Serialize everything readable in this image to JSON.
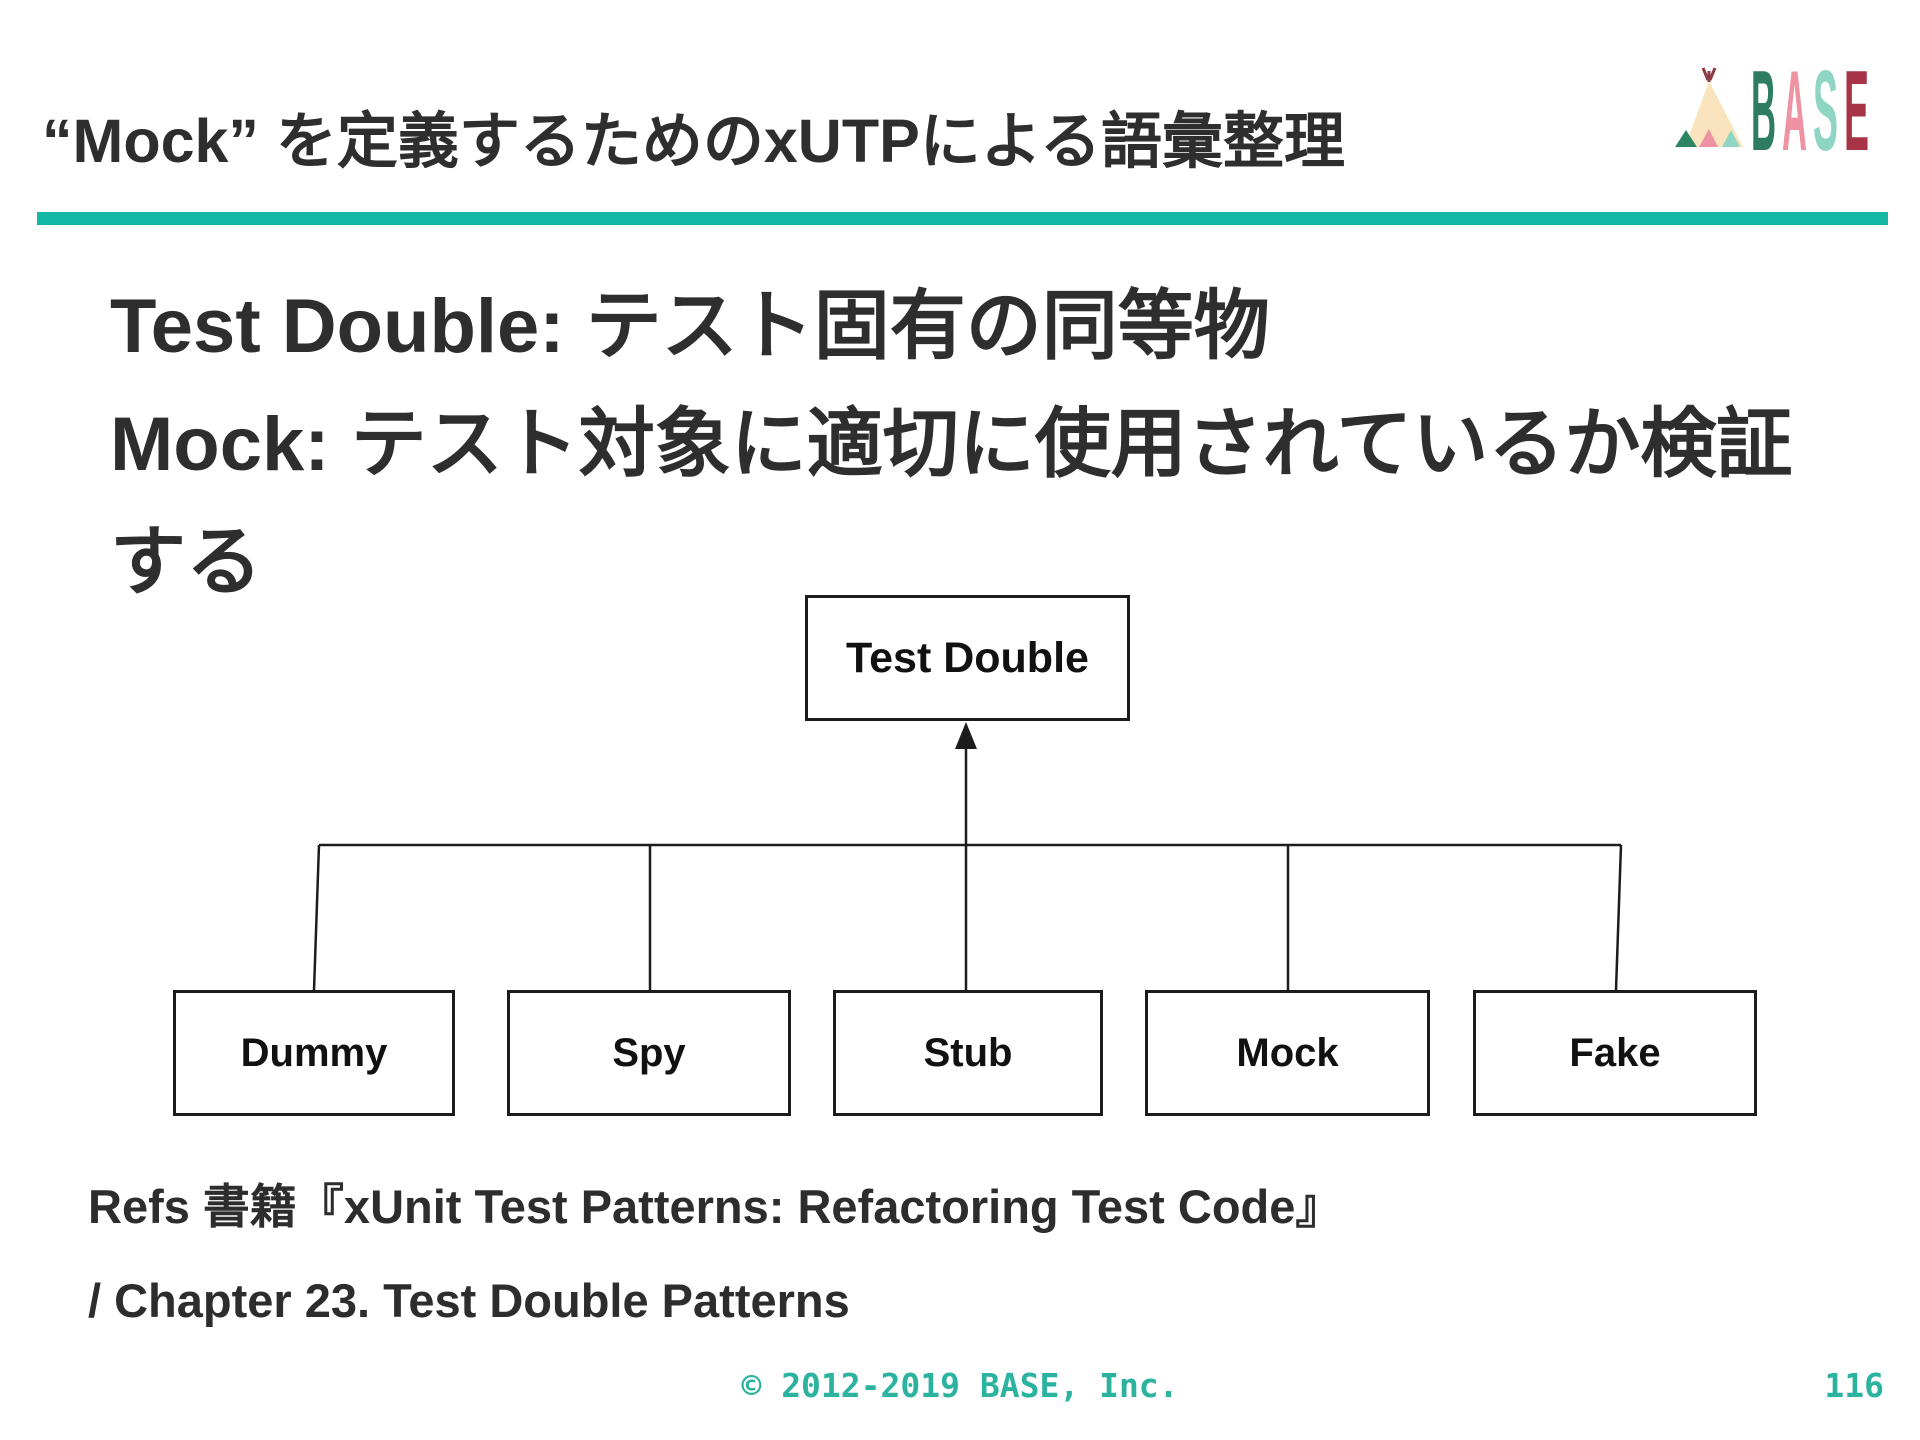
{
  "slide": {
    "title": "“Mock” を定義するためのxUTPによる語彙整理",
    "copyright": "© 2012-2019 BASE, Inc.",
    "page_number": "116"
  },
  "theme": {
    "accent_teal": "#15b8a4",
    "footer_teal": "#2bb3a0",
    "text_dark": "#2e2e2e",
    "line_black": "#1c1c1c"
  },
  "logo": {
    "name": "BASE",
    "letters": [
      {
        "char": "B",
        "color": "#2e7d62"
      },
      {
        "char": "A",
        "color": "#ef93a2"
      },
      {
        "char": "S",
        "color": "#8fd5c4"
      },
      {
        "char": "E",
        "color": "#a63446"
      }
    ],
    "tent": {
      "body": "#fae4bd",
      "pole": "#8d3b44",
      "triangle_left": "#2e8563",
      "triangle_mid": "#ef93a2",
      "triangle_right": "#8fd5c4"
    }
  },
  "body": {
    "lines": [
      "Test Double:  テスト固有の同等物",
      "Mock: テスト対象に適切に使用されているか検証",
      "する"
    ]
  },
  "diagram": {
    "root": "Test Double",
    "children": [
      "Dummy",
      "Spy",
      "Stub",
      "Mock",
      "Fake"
    ]
  },
  "refs": {
    "lines": [
      "Refs 書籍『xUnit Test Patterns: Refactoring Test Code』",
      "/ Chapter 23. Test Double Patterns"
    ]
  }
}
